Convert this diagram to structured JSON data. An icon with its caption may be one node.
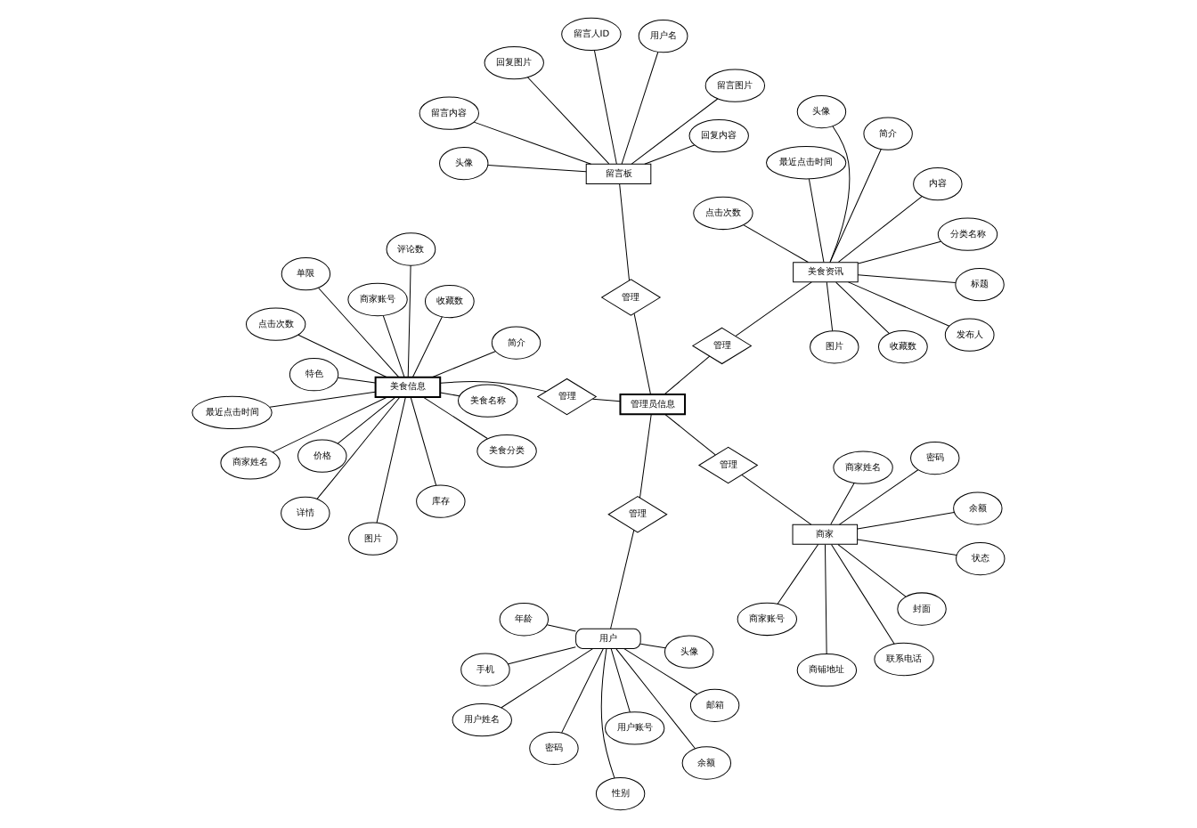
{
  "diagram": {
    "nodes": [
      {
        "text": [
          "管理员信息"
        ]
      },
      {
        "text": [
          "用户"
        ]
      },
      {
        "text": [
          "性别"
        ]
      },
      {
        "text": [
          "年龄"
        ]
      },
      {
        "text": [
          "头像"
        ]
      },
      {
        "text": [
          "手机"
        ]
      },
      {
        "text": [
          "用户姓名"
        ]
      },
      {
        "text": [
          "邮箱"
        ]
      },
      {
        "text": [
          "密码"
        ]
      },
      {
        "text": [
          "余额"
        ]
      },
      {
        "text": [
          "用户账号"
        ]
      },
      {
        "text": [
          "管理"
        ]
      },
      {
        "text": [
          "美食资讯"
        ]
      },
      {
        "text": [
          "分类名称"
        ]
      },
      {
        "text": [
          "简介"
        ]
      },
      {
        "text": [
          "发布人"
        ]
      },
      {
        "text": [
          "标题"
        ]
      },
      {
        "text": [
          "头像"
        ]
      },
      {
        "text": [
          "点击次数"
        ]
      },
      {
        "text": [
          "最近点击时间"
        ]
      },
      {
        "text": [
          "收藏数"
        ]
      },
      {
        "text": [
          "图片"
        ]
      },
      {
        "text": [
          "内容"
        ]
      },
      {
        "text": [
          "管理"
        ]
      },
      {
        "text": [
          "美食信息"
        ]
      },
      {
        "text": [
          "图片"
        ]
      },
      {
        "text": [
          "简介"
        ]
      },
      {
        "text": [
          "特色"
        ]
      },
      {
        "text": [
          "详情"
        ]
      },
      {
        "text": [
          "美食分类"
        ]
      },
      {
        "text": [
          "商家账号"
        ]
      },
      {
        "text": [
          "美食名称"
        ]
      },
      {
        "text": [
          "商家姓名"
        ]
      },
      {
        "text": [
          "单限"
        ]
      },
      {
        "text": [
          "收藏数"
        ]
      },
      {
        "text": [
          "库存"
        ]
      },
      {
        "text": [
          "价格"
        ]
      },
      {
        "text": [
          "评论数"
        ]
      },
      {
        "text": [
          "点击次数"
        ]
      },
      {
        "text": [
          "最近点击时间"
        ]
      },
      {
        "text": [
          "管理"
        ]
      },
      {
        "text": [
          "商家"
        ]
      },
      {
        "text": [
          "商家姓名"
        ]
      },
      {
        "text": [
          "密码"
        ]
      },
      {
        "text": [
          "封面"
        ]
      },
      {
        "text": [
          "商家账号"
        ]
      },
      {
        "text": [
          "联系电话"
        ]
      },
      {
        "text": [
          "商铺地址"
        ]
      },
      {
        "text": [
          "余额"
        ]
      },
      {
        "text": [
          "状态"
        ]
      },
      {
        "text": [
          "管理"
        ]
      },
      {
        "text": [
          "留言板"
        ]
      },
      {
        "text": [
          "留言人ID"
        ]
      },
      {
        "text": [
          "回复图片"
        ]
      },
      {
        "text": [
          "用户名"
        ]
      },
      {
        "text": [
          "回复内容"
        ]
      },
      {
        "text": [
          "头像"
        ]
      },
      {
        "text": [
          "留言内容"
        ]
      },
      {
        "text": [
          "留言图片"
        ]
      },
      {
        "text": [
          "管理"
        ]
      }
    ],
    "edges": [
      {
        "from": 1,
        "to": 2,
        "arrow": "none"
      },
      {
        "from": 1,
        "to": 3,
        "arrow": "none"
      },
      {
        "from": 1,
        "to": 4,
        "arrow": "none"
      },
      {
        "from": 1,
        "to": 5,
        "arrow": "none"
      },
      {
        "from": 1,
        "to": 6,
        "arrow": "none"
      },
      {
        "from": 1,
        "to": 7,
        "arrow": "none"
      },
      {
        "from": 1,
        "to": 8,
        "arrow": "none"
      },
      {
        "from": 1,
        "to": 9,
        "arrow": "none"
      },
      {
        "from": 1,
        "to": 10,
        "arrow": "none"
      },
      {
        "from": 1,
        "to": 11,
        "arrow": "none"
      },
      {
        "from": 11,
        "to": 0,
        "arrow": "none"
      },
      {
        "from": 12,
        "to": 13,
        "arrow": "none"
      },
      {
        "from": 12,
        "to": 14,
        "arrow": "none"
      },
      {
        "from": 12,
        "to": 15,
        "arrow": "none"
      },
      {
        "from": 12,
        "to": 16,
        "arrow": "none"
      },
      {
        "from": 12,
        "to": 17,
        "arrow": "none"
      },
      {
        "from": 12,
        "to": 18,
        "arrow": "none"
      },
      {
        "from": 12,
        "to": 19,
        "arrow": "none"
      },
      {
        "from": 12,
        "to": 20,
        "arrow": "none"
      },
      {
        "from": 12,
        "to": 21,
        "arrow": "none"
      },
      {
        "from": 12,
        "to": 22,
        "arrow": "none"
      },
      {
        "from": 12,
        "to": 23,
        "arrow": "none"
      },
      {
        "from": 23,
        "to": 0,
        "arrow": "none"
      },
      {
        "from": 24,
        "to": 25,
        "arrow": "none"
      },
      {
        "from": 24,
        "to": 26,
        "arrow": "none"
      },
      {
        "from": 24,
        "to": 27,
        "arrow": "none"
      },
      {
        "from": 24,
        "to": 28,
        "arrow": "none"
      },
      {
        "from": 24,
        "to": 29,
        "arrow": "none"
      },
      {
        "from": 24,
        "to": 30,
        "arrow": "none"
      },
      {
        "from": 24,
        "to": 31,
        "arrow": "none"
      },
      {
        "from": 24,
        "to": 32,
        "arrow": "none"
      },
      {
        "from": 24,
        "to": 33,
        "arrow": "none"
      },
      {
        "from": 24,
        "to": 34,
        "arrow": "none"
      },
      {
        "from": 24,
        "to": 35,
        "arrow": "none"
      },
      {
        "from": 24,
        "to": 36,
        "arrow": "none"
      },
      {
        "from": 24,
        "to": 37,
        "arrow": "none"
      },
      {
        "from": 24,
        "to": 38,
        "arrow": "none"
      },
      {
        "from": 24,
        "to": 39,
        "arrow": "none"
      },
      {
        "from": 0,
        "to": 40,
        "arrow": "none"
      },
      {
        "from": 40,
        "to": 24,
        "arrow": "none"
      },
      {
        "from": 41,
        "to": 42,
        "arrow": "none"
      },
      {
        "from": 41,
        "to": 43,
        "arrow": "none"
      },
      {
        "from": 41,
        "to": 44,
        "arrow": "none"
      },
      {
        "from": 41,
        "to": 45,
        "arrow": "none"
      },
      {
        "from": 41,
        "to": 46,
        "arrow": "none"
      },
      {
        "from": 41,
        "to": 47,
        "arrow": "none"
      },
      {
        "from": 41,
        "to": 48,
        "arrow": "none"
      },
      {
        "from": 41,
        "to": 49,
        "arrow": "none"
      },
      {
        "from": 41,
        "to": 50,
        "arrow": "none"
      },
      {
        "from": 50,
        "to": 0,
        "arrow": "none"
      },
      {
        "from": 51,
        "to": 52,
        "arrow": "none"
      },
      {
        "from": 51,
        "to": 53,
        "arrow": "none"
      },
      {
        "from": 51,
        "to": 54,
        "arrow": "none"
      },
      {
        "from": 51,
        "to": 55,
        "arrow": "none"
      },
      {
        "from": 51,
        "to": 56,
        "arrow": "none"
      },
      {
        "from": 51,
        "to": 57,
        "arrow": "none"
      },
      {
        "from": 51,
        "to": 58,
        "arrow": "none"
      },
      {
        "from": 0,
        "to": 59,
        "arrow": "none"
      },
      {
        "from": 59,
        "to": 51,
        "arrow": "none"
      }
    ]
  }
}
